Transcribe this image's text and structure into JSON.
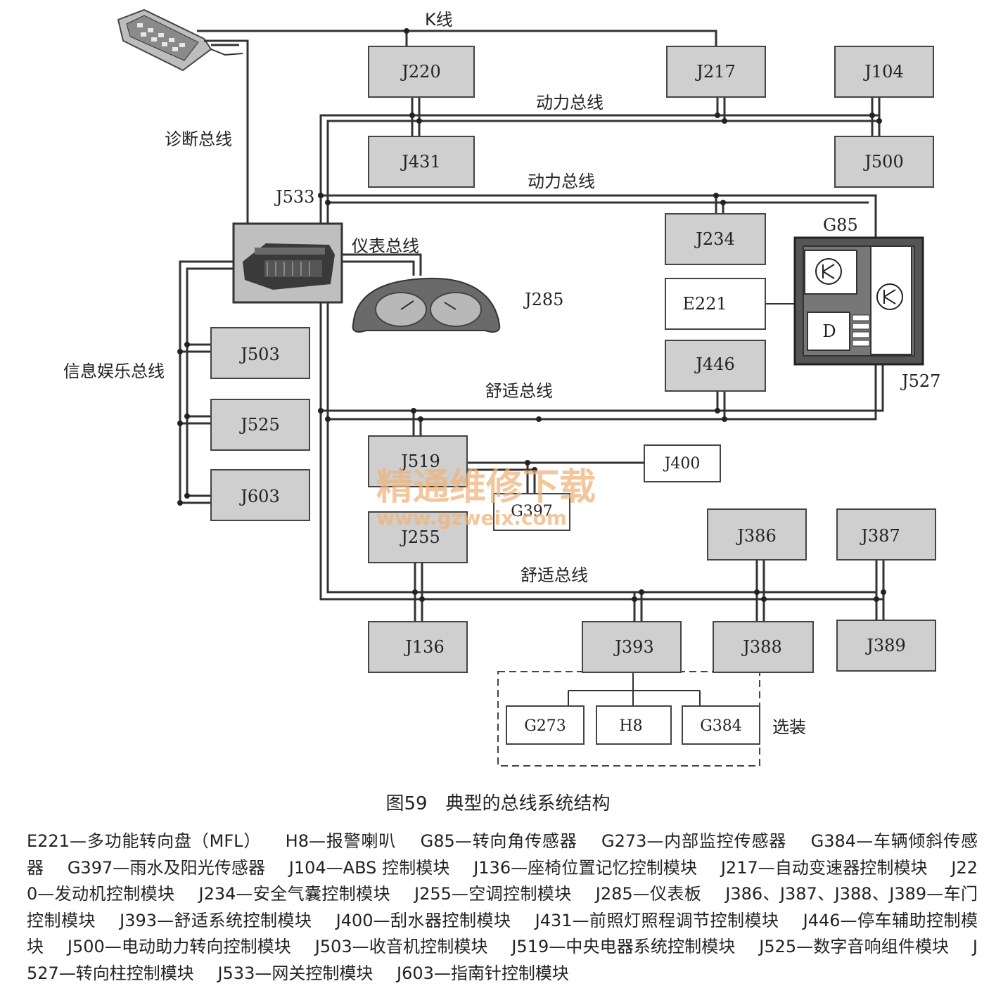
{
  "buses": {
    "k_line": "K线",
    "diagnostic": "诊断总线",
    "powertrain_1": "动力总线",
    "powertrain_2": "动力总线",
    "instrument": "仪表总线",
    "infotainment": "信息娱乐总线",
    "comfort_1": "舒适总线",
    "comfort_2": "舒适总线"
  },
  "modules": {
    "J220": "J220",
    "J217": "J217",
    "J104": "J104",
    "J431": "J431",
    "J500": "J500",
    "J533": "J533",
    "J234": "J234",
    "E221": "E221",
    "G85": "G85",
    "D": "D",
    "J446": "J446",
    "J527": "J527",
    "J285": "J285",
    "J503": "J503",
    "J525": "J525",
    "J603": "J603",
    "J519": "J519",
    "J400": "J400",
    "G397": "G397",
    "J255": "J255",
    "J386": "J386",
    "J387": "J387",
    "J136": "J136",
    "J393": "J393",
    "J388": "J388",
    "J389": "J389",
    "G273": "G273",
    "H8": "H8",
    "G384": "G384"
  },
  "optional_label": "选装",
  "watermark": {
    "line1": "精通维修下载",
    "line2": "www.gzweix.com"
  },
  "caption": "图59　典型的总线系统结构",
  "legend": [
    "E221—多功能转向盘（MFL）",
    "H8—报警喇叭",
    "G85—转向角传感器",
    "G273—内部监控传感器",
    "G384—车辆倾斜传感器",
    "G397—雨水及阳光传感器",
    "J104—ABS 控制模块",
    "J136—座椅位置记忆控制模块",
    "J217—自动变速器控制模块",
    "J220—发动机控制模块",
    "J234—安全气囊控制模块",
    "J255—空调控制模块",
    "J285—仪表板",
    "J386、J387、J388、J389—车门控制模块",
    "J393—舒适系统控制模块",
    "J400—刮水器控制模块",
    "J431—前照灯照程调节控制模块",
    "J446—停车辅助控制模块",
    "J500—电动助力转向控制模块",
    "J503—收音机控制模块",
    "J519—中央电器系统控制模块",
    "J525—数字音响组件模块",
    "J527—转向柱控制模块",
    "J533—网关控制模块",
    "J603—指南针控制模块"
  ]
}
